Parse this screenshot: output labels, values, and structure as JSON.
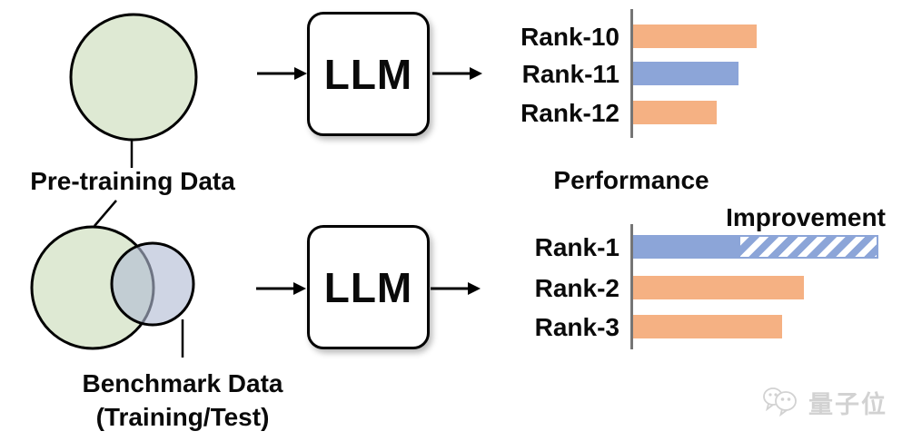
{
  "diagram": {
    "top_flow": {
      "pretraining_label": "Pre-training Data",
      "llm_label": "LLM"
    },
    "bottom_flow": {
      "benchmark_label_line1": "Benchmark Data",
      "benchmark_label_line2": "(Training/Test)",
      "llm_label": "LLM"
    }
  },
  "chart_data": [
    {
      "type": "bar",
      "orientation": "horizontal",
      "categories": [
        "Rank-10",
        "Rank-11",
        "Rank-12"
      ],
      "values": [
        68,
        58,
        46
      ],
      "colors": [
        "#F5B183",
        "#8CA5D8",
        "#F5B183"
      ],
      "xlim": [
        0,
        140
      ],
      "grid": false,
      "legend": "none",
      "axis_style": "single-left-vertical-gray-line"
    },
    {
      "type": "bar",
      "orientation": "horizontal",
      "categories": [
        "Rank-1",
        "Rank-2",
        "Rank-3"
      ],
      "values": [
        58,
        94,
        82
      ],
      "improvement_extension": [
        77,
        0,
        0
      ],
      "improvement_style": "hatched-diagonal-stripes",
      "colors": [
        "#8CA5D8",
        "#F5B183",
        "#F5B183"
      ],
      "title_lines": [
        "Performance",
        "Improvement"
      ],
      "xlim": [
        0,
        140
      ],
      "grid": false,
      "legend": "none",
      "axis_style": "single-left-vertical-gray-line"
    }
  ],
  "colors": {
    "orange_bar": "#F5B183",
    "blue_bar": "#8CA5D8",
    "green_circle_fill": "#DEE9D3",
    "blue_circle_fill": "rgba(178,188,212,0.62)",
    "stroke_black": "#000000",
    "axis_gray": "#757575",
    "watermark_gray": "#d2d2d2"
  },
  "watermark": {
    "text": "量子位",
    "icon": "chat-bubbles-icon"
  }
}
